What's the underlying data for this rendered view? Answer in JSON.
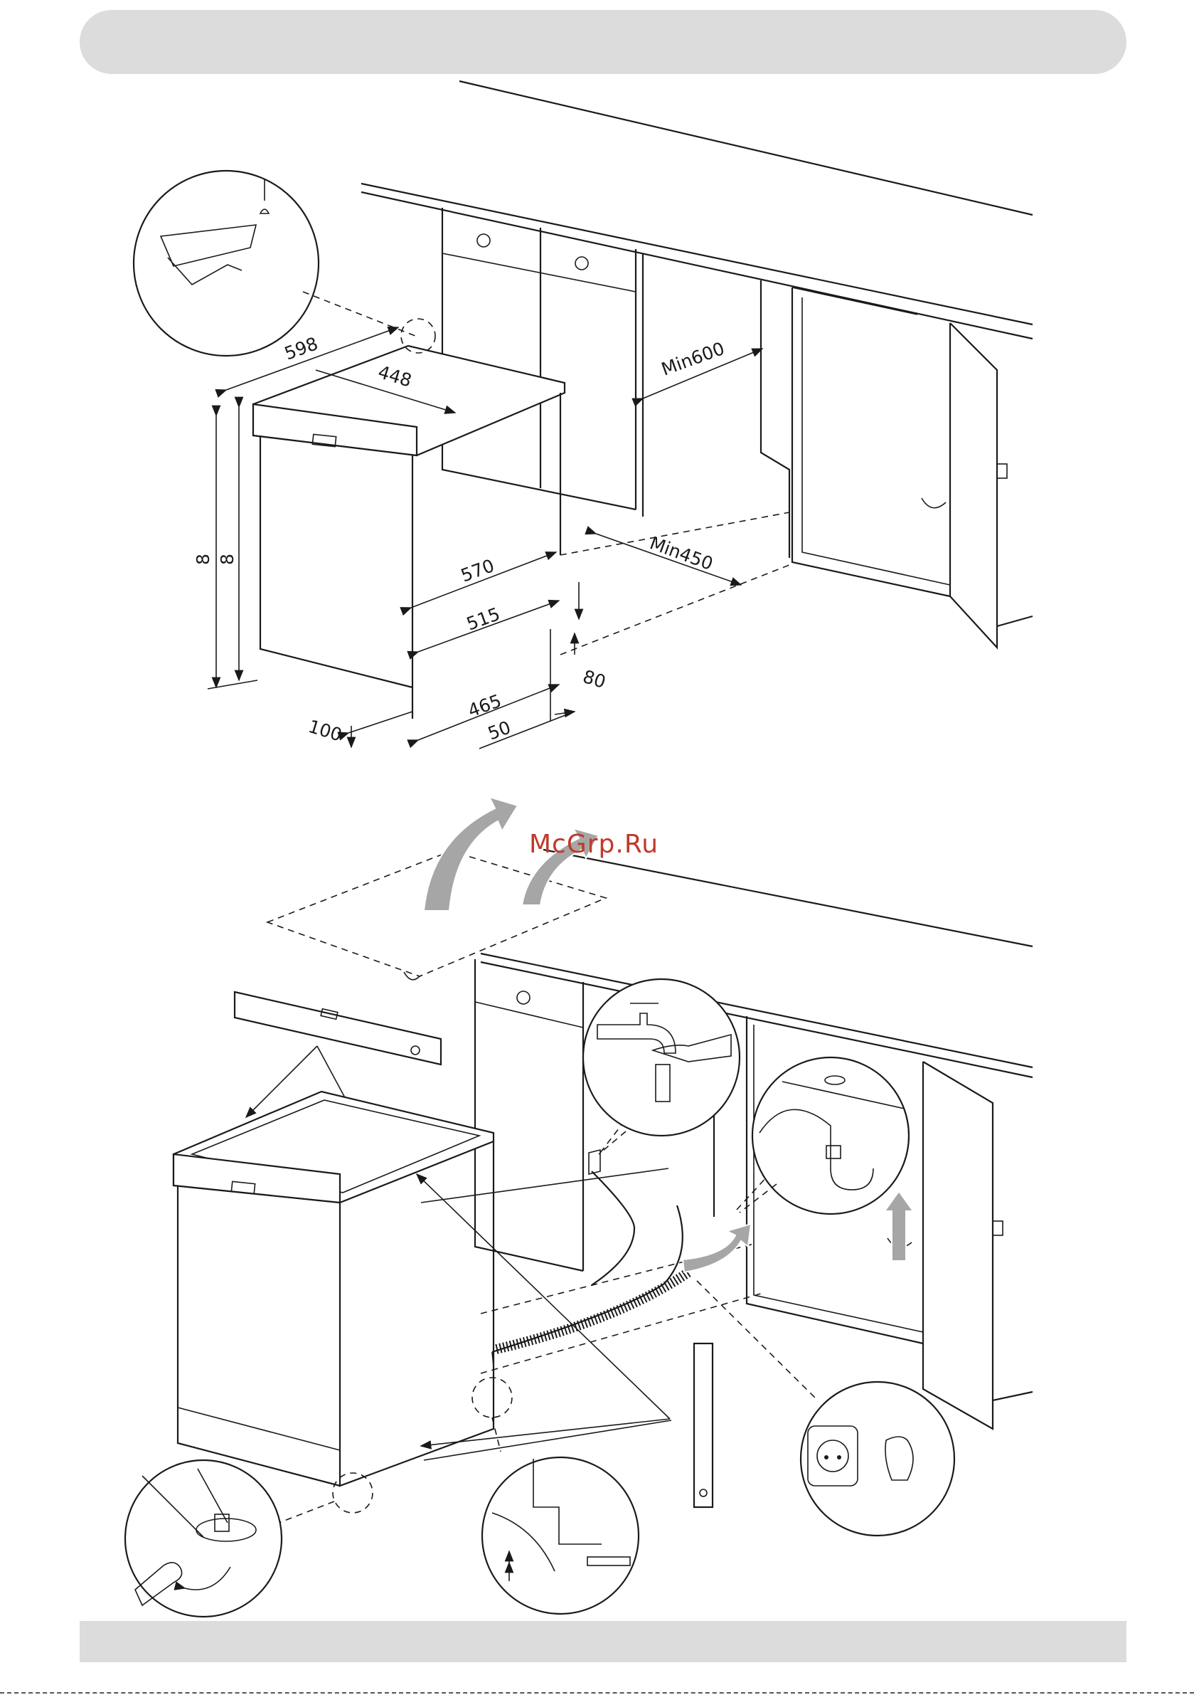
{
  "watermark": "McGrp.Ru",
  "dimensions": {
    "width": "598",
    "depth_top": "448",
    "height_outer": "8",
    "height_inner": "8",
    "depth_570": "570",
    "depth_515": "515",
    "depth_465": "465",
    "gap_50": "50",
    "plinth_80": "80",
    "leg_100": "100",
    "min_width": "Min600",
    "min_depth": "Min450"
  },
  "colors": {
    "header_bar": "#dcdcdc",
    "watermark": "#c0392b",
    "arrow_fill": "#a6a6a6"
  },
  "icons": [
    "water-tap-icon",
    "siphon-icon",
    "power-socket-icon",
    "leveling-foot-icon",
    "spirit-level-icon"
  ]
}
